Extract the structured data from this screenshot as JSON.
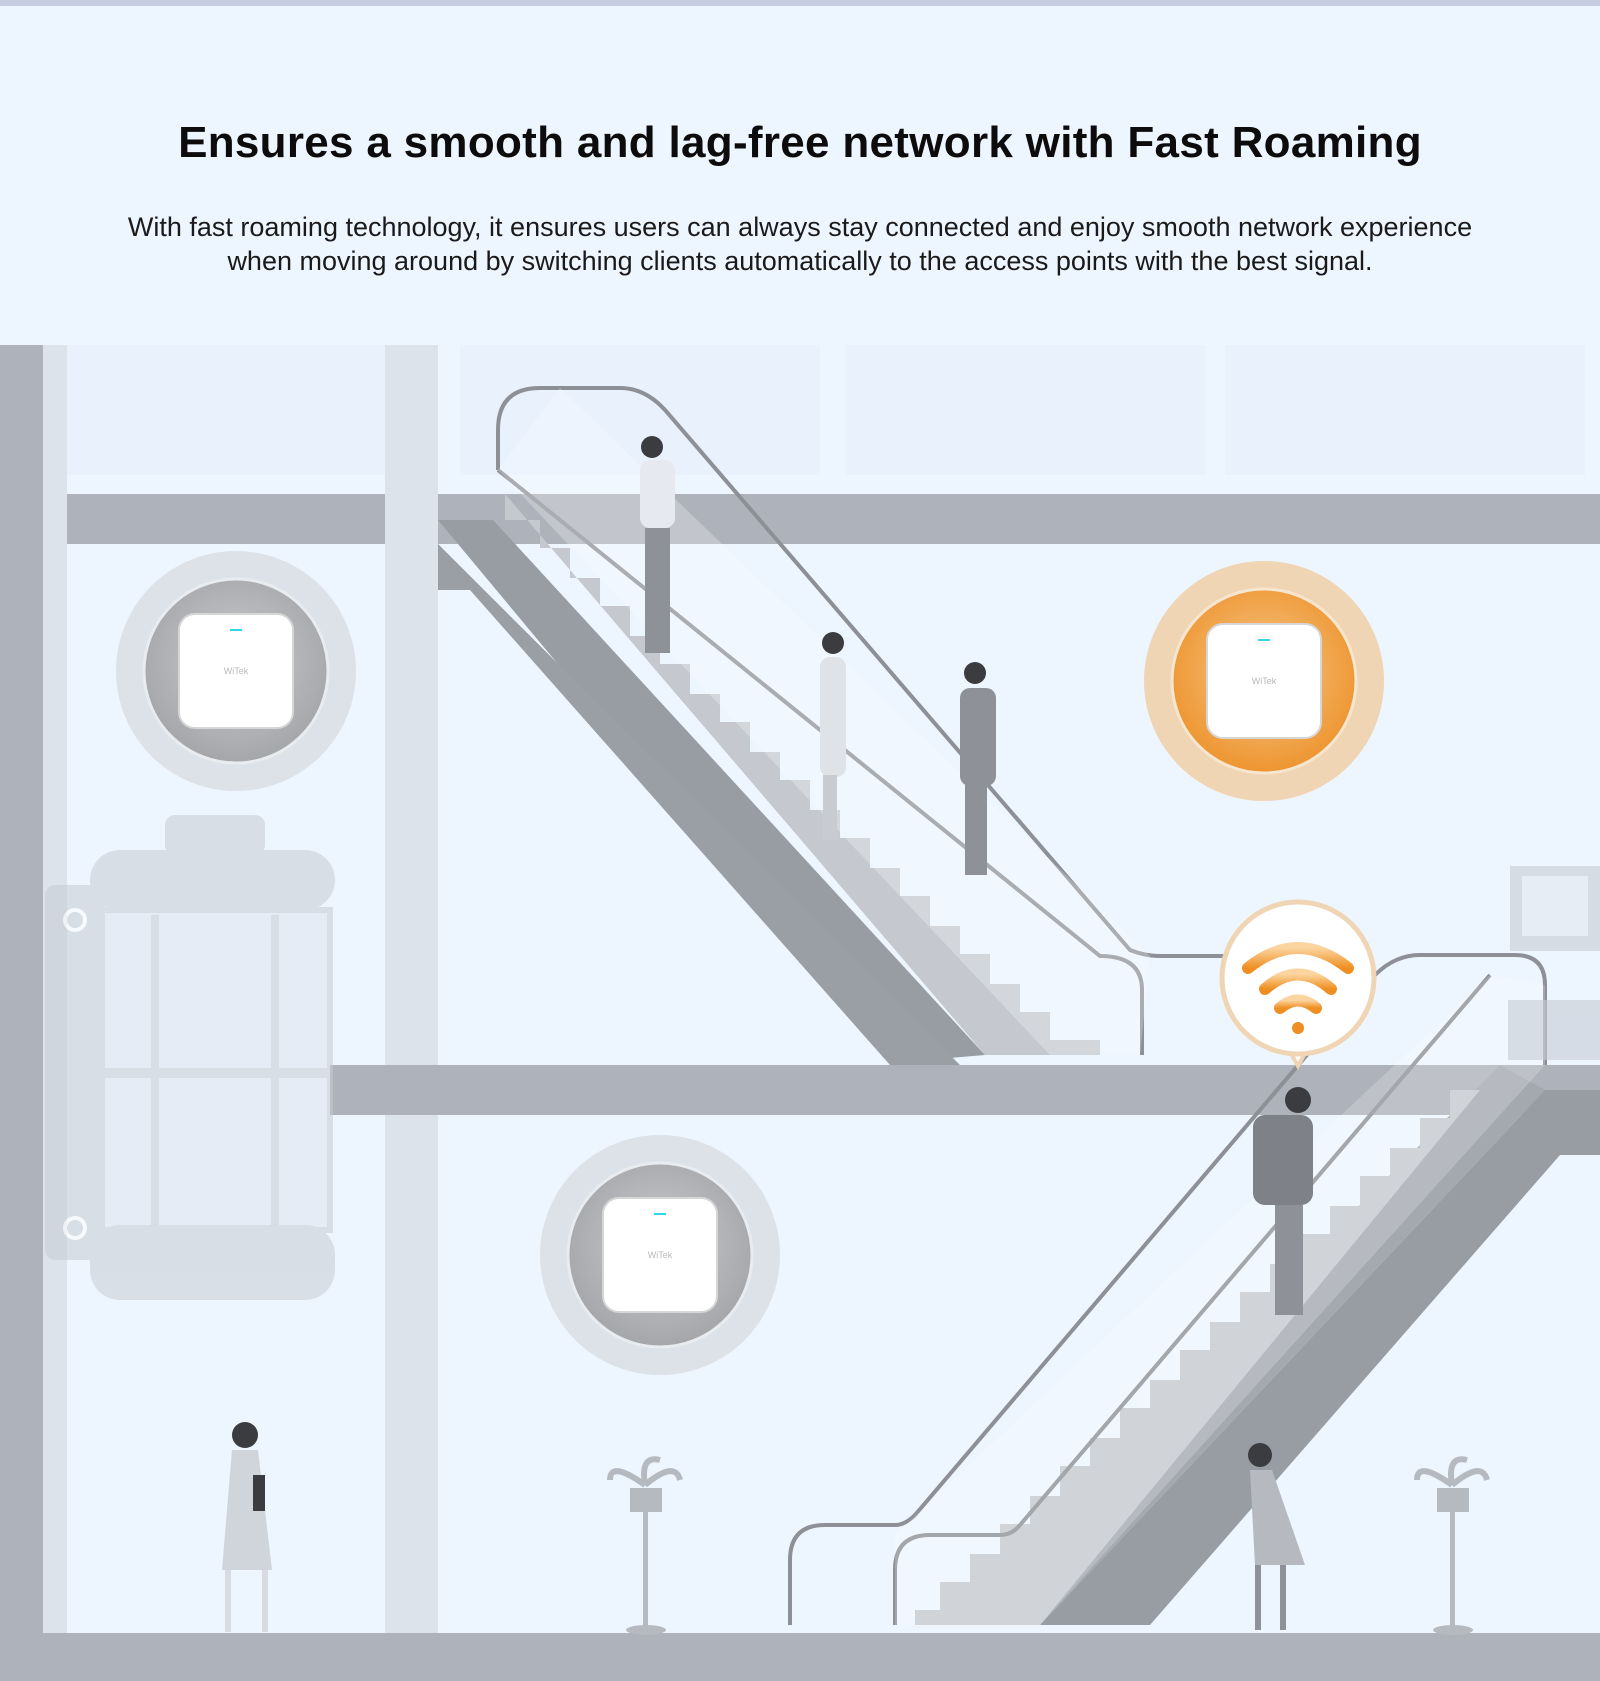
{
  "header": {
    "title": "Ensures a smooth and lag-free network with Fast Roaming",
    "subtitle_lines": [
      "With fast roaming technology, it ensures users can always stay connected and enjoy smooth network experience",
      "when moving around by switching clients automatically to the access points with the best signal."
    ]
  },
  "illustration": {
    "access_points": [
      {
        "id": "ap-upper-left",
        "state": "idle"
      },
      {
        "id": "ap-upper-right",
        "state": "active"
      },
      {
        "id": "ap-lower-middle",
        "state": "idle"
      }
    ],
    "signal_bubble_icon": "wifi-icon"
  },
  "colors": {
    "background": "#edf5fe",
    "structure": "#aeb2ba",
    "active_orange": "#f0982f",
    "active_halo": "#efd5b3",
    "idle_ring": "#a9abae",
    "idle_halo": "#dde2e9",
    "led": "#33d6e6"
  }
}
